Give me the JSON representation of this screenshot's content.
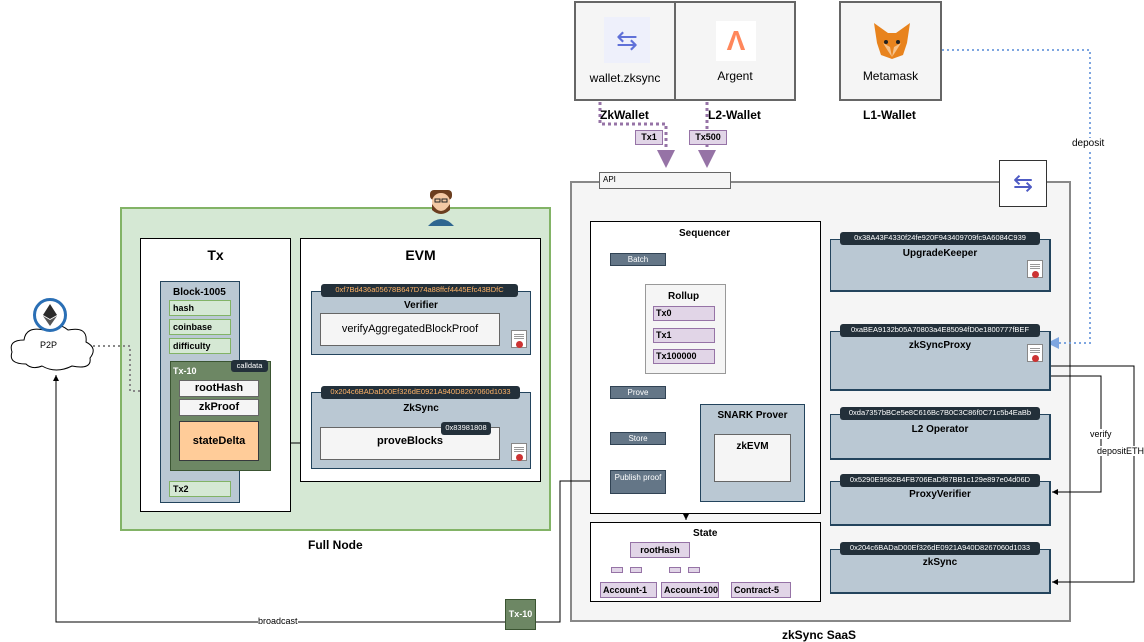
{
  "wallets": {
    "zkwallet_box": "wallet.zksync",
    "argent_box": "Argent",
    "metamask_box": "Metamask",
    "zkwallet_label": "ZkWallet",
    "l2_label": "L2-Wallet",
    "l1_label": "L1-Wallet",
    "deposit": "deposit"
  },
  "txs": {
    "tx1": "Tx1",
    "tx500": "Tx500"
  },
  "api": "API",
  "full_node": {
    "title": "Full Node",
    "p2p": "P2P",
    "tx_panel": {
      "title": "Tx",
      "block": "Block-1005",
      "fields": [
        "hash",
        "coinbase",
        "difficulty"
      ],
      "tx10": "Tx-10",
      "calldata": "calldata",
      "root_hash": "rootHash",
      "zk_proof": "zkProof",
      "state_delta": "stateDelta",
      "tx2": "Tx2"
    },
    "evm_panel": {
      "title": "EVM",
      "verifier_addr": "0xf7Bd436a05678B647D74a88ffcf4445Efc43BDfC",
      "verifier": "Verifier",
      "verify_fn": "verifyAggregatedBlockProof",
      "zksync_addr": "0x204c6BADaD00Ef326dE0921A940D8267060d1033",
      "zksync": "ZkSync",
      "prove_fn": "proveBlocks",
      "prove_tag": "0x83981808"
    }
  },
  "saas": {
    "title": "zkSync SaaS",
    "sequencer": {
      "title": "Sequencer",
      "batch": "Batch",
      "prove": "Prove",
      "store": "Store",
      "publish": "Publish proof",
      "rollup": "Rollup",
      "rollup_items": [
        "Tx0",
        "Tx1",
        "Tx100000"
      ],
      "snark": "SNARK Prover",
      "zkevm": "zkEVM"
    },
    "state": {
      "title": "State",
      "root_hash": "rootHash",
      "accounts": [
        "Account-1",
        "Account-100",
        "Contract-5"
      ]
    },
    "contracts": [
      {
        "addr": "0x38A43F4330f24fe920F943409709fc9A6084C939",
        "name": "UpgradeKeeper"
      },
      {
        "addr": "0xaBEA9132b05A70803a4E85094fD0e1800777fBEF",
        "name": "zkSyncProxy"
      },
      {
        "addr": "0xda7357bBCe5e8C616Bc7B0C3C86f0C71c5b4EaBb",
        "name": "L2 Operator"
      },
      {
        "addr": "0x5290E9582B4FB706EaDf87BB1c129e897e04d06D",
        "name": "ProxyVerifier"
      },
      {
        "addr": "0x204c6BADaD00Ef326dE0921A940D8267060d1033",
        "name": "zkSync"
      }
    ],
    "verify": "verify",
    "deposit_eth": "depositETH"
  },
  "broadcast": "broadcast",
  "tx10_bottom": "Tx-10",
  "colors": {
    "green_bg": "#d5e8d4",
    "green_border": "#82b366",
    "node": "#bac8d3",
    "purple": "#9673a6",
    "dotted_blue": "#7ea6e0"
  }
}
